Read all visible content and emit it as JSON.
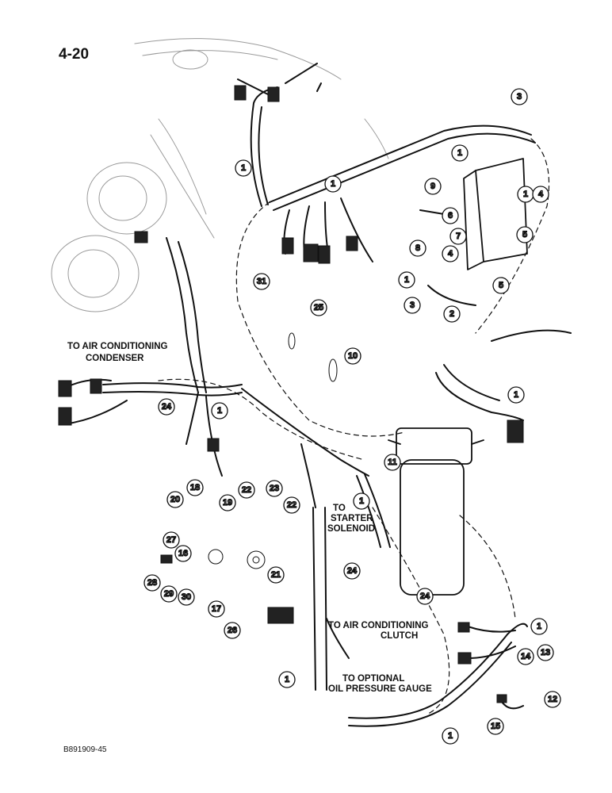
{
  "page": {
    "number": "4-20",
    "figure_code": "B891909-45"
  },
  "labels": {
    "to_ac_condenser": [
      "TO AIR CONDITIONING",
      "CONDENSER"
    ],
    "to_starter": [
      "TO",
      "STARTER",
      "SOLENOID"
    ],
    "to_ac_clutch": [
      "TO AIR CONDITIONING",
      "CLUTCH"
    ],
    "to_oil_gauge": [
      "TO OPTIONAL",
      "OIL PRESSURE GAUGE"
    ]
  },
  "callouts": [
    "1",
    "1",
    "1",
    "1",
    "1",
    "1",
    "1",
    "1",
    "1",
    "1",
    "1",
    "2",
    "3",
    "3",
    "4",
    "4",
    "5",
    "5",
    "6",
    "7",
    "8",
    "9",
    "10",
    "11",
    "12",
    "13",
    "14",
    "15",
    "16",
    "17",
    "18",
    "19",
    "20",
    "21",
    "22",
    "22",
    "23",
    "24",
    "24",
    "24",
    "25",
    "26",
    "27",
    "28",
    "29",
    "30",
    "31"
  ],
  "colors": {
    "ink": "#111111",
    "faint": "#9a9a9a",
    "paper": "#ffffff"
  }
}
